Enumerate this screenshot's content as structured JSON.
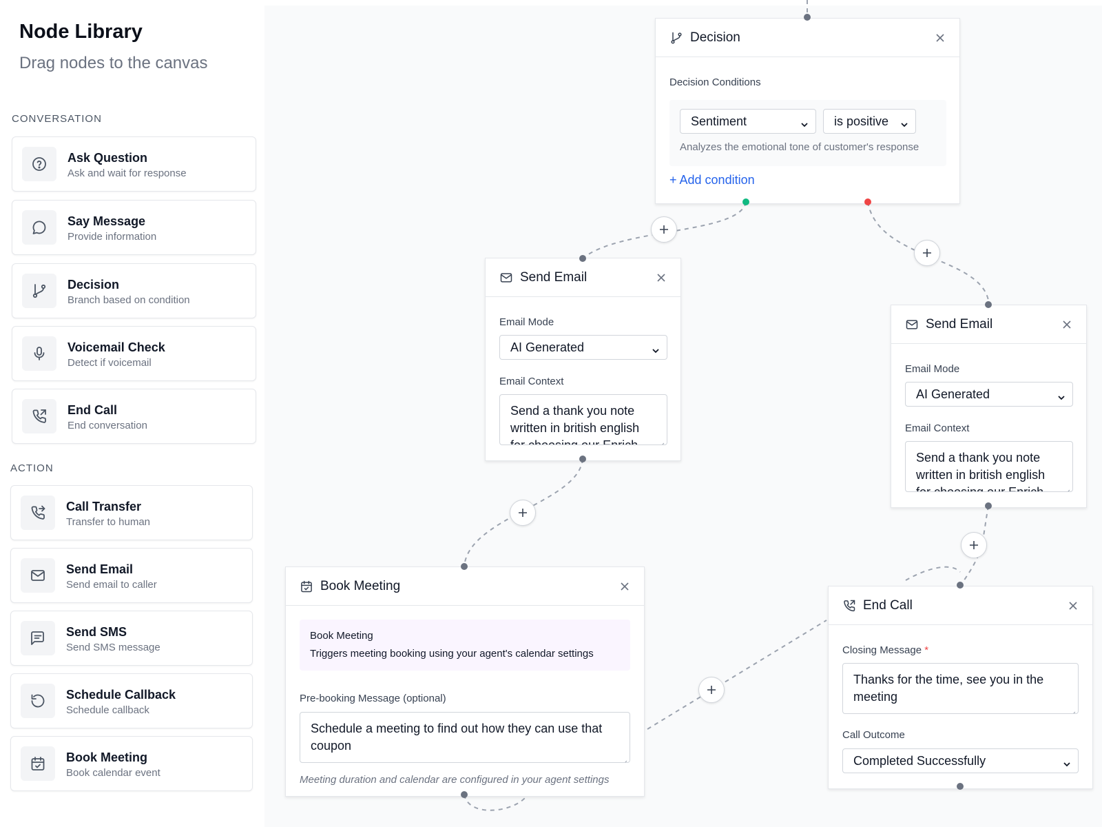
{
  "sidebar": {
    "title": "Node Library",
    "subtitle": "Drag nodes to the canvas",
    "sections": [
      {
        "label": "CONVERSATION",
        "items": [
          {
            "name": "Ask Question",
            "desc": "Ask and wait for response",
            "icon": "help-circle-icon"
          },
          {
            "name": "Say Message",
            "desc": "Provide information",
            "icon": "message-circle-icon"
          },
          {
            "name": "Decision",
            "desc": "Branch based on condition",
            "icon": "git-branch-icon"
          },
          {
            "name": "Voicemail Check",
            "desc": "Detect if voicemail",
            "icon": "microphone-icon"
          },
          {
            "name": "End Call",
            "desc": "End conversation",
            "icon": "phone-outgoing-icon"
          }
        ]
      },
      {
        "label": "ACTION",
        "items": [
          {
            "name": "Call Transfer",
            "desc": "Transfer to human",
            "icon": "phone-forwarded-icon"
          },
          {
            "name": "Send Email",
            "desc": "Send email to caller",
            "icon": "mail-icon"
          },
          {
            "name": "Send SMS",
            "desc": "Send SMS message",
            "icon": "message-square-icon"
          },
          {
            "name": "Schedule Callback",
            "desc": "Schedule callback",
            "icon": "rotate-ccw-icon"
          },
          {
            "name": "Book Meeting",
            "desc": "Book calendar event",
            "icon": "calendar-check-icon"
          }
        ]
      }
    ]
  },
  "nodes": {
    "decision": {
      "title": "Decision",
      "conditions_label": "Decision Conditions",
      "field": "Sentiment",
      "operator": "is positive",
      "hint": "Analyzes the emotional tone of customer's response",
      "add_condition": "+ Add condition",
      "true_color": "#10b981",
      "false_color": "#ef4444"
    },
    "send_email_left": {
      "title": "Send Email",
      "mode_label": "Email Mode",
      "mode": "AI Generated",
      "context_label": "Email Context",
      "context": "Send a thank you note written in british english for choosing our Enrich"
    },
    "send_email_right": {
      "title": "Send Email",
      "mode_label": "Email Mode",
      "mode": "AI Generated",
      "context_label": "Email Context",
      "context": "Send a thank you note written in british english for choosing our Enrich"
    },
    "book_meeting": {
      "title": "Book Meeting",
      "info_title": "Book Meeting",
      "info_text": "Triggers meeting booking using your agent's calendar settings",
      "prebook_label": "Pre-booking Message (optional)",
      "prebook_value": "Schedule a meeting to find out how they can use that coupon",
      "footnote": "Meeting duration and calendar are configured in your agent settings"
    },
    "end_call": {
      "title": "End Call",
      "closing_label": "Closing Message",
      "required_mark": "*",
      "closing_value": "Thanks for the time, see you in the meeting",
      "outcome_label": "Call Outcome",
      "outcome_value": "Completed Successfully"
    }
  },
  "colors": {
    "link": "#2563eb",
    "edge": "#9ca3af",
    "handle": "#6b7280",
    "info_bg": "#faf5ff"
  }
}
